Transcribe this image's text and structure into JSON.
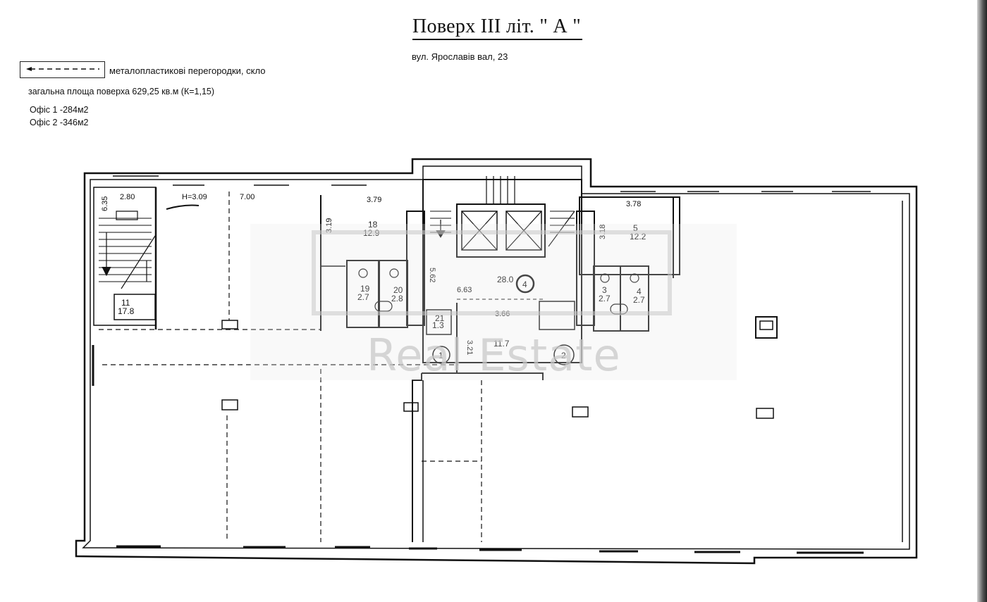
{
  "header": {
    "title": "Поверх III  літ. \" А \"",
    "address": "вул. Ярославів вал, 23"
  },
  "legend": {
    "text": "металопластикові перегородки, скло"
  },
  "info": {
    "total_area": "загальна площа поверха 629,25 кв.м (К=1,15)",
    "office1": "Офіс 1 -284м2",
    "office2": "Офіс 2 -346м2"
  },
  "plan": {
    "dimensions": {
      "d_635": "6.35",
      "d_280": "2.80",
      "d_h309": "H=3.09",
      "d_700": "7.00",
      "d_379": "3.79",
      "d_319": "3.19",
      "d_562": "5.62",
      "d_663": "6.63",
      "d_366": "3.66",
      "d_321": "3.21",
      "d_378": "3.78",
      "d_318": "3.18"
    },
    "rooms": {
      "r11_num": "11",
      "r11_area": "17.8",
      "r18_num": "18",
      "r18_area": "12.9",
      "r19_num": "19",
      "r19_area": "2.7",
      "r20_num": "20",
      "r20_area": "2.8",
      "r21_num": "21",
      "r21_area": "1.3",
      "r_center_area": "28.0",
      "r_lobby_area": "11.7",
      "r5_num": "5",
      "r5_area": "12.2",
      "r3_num": "3",
      "r3_area": "2.7",
      "r4_num": "4",
      "r4_area": "2.7"
    },
    "markers": {
      "m1": "1",
      "m2": "2",
      "m4": "4"
    }
  },
  "watermark": {
    "text": "Real Estate"
  },
  "colors": {
    "line": "#111111",
    "paper": "#ffffff",
    "watermark": "#c8c8c8"
  }
}
